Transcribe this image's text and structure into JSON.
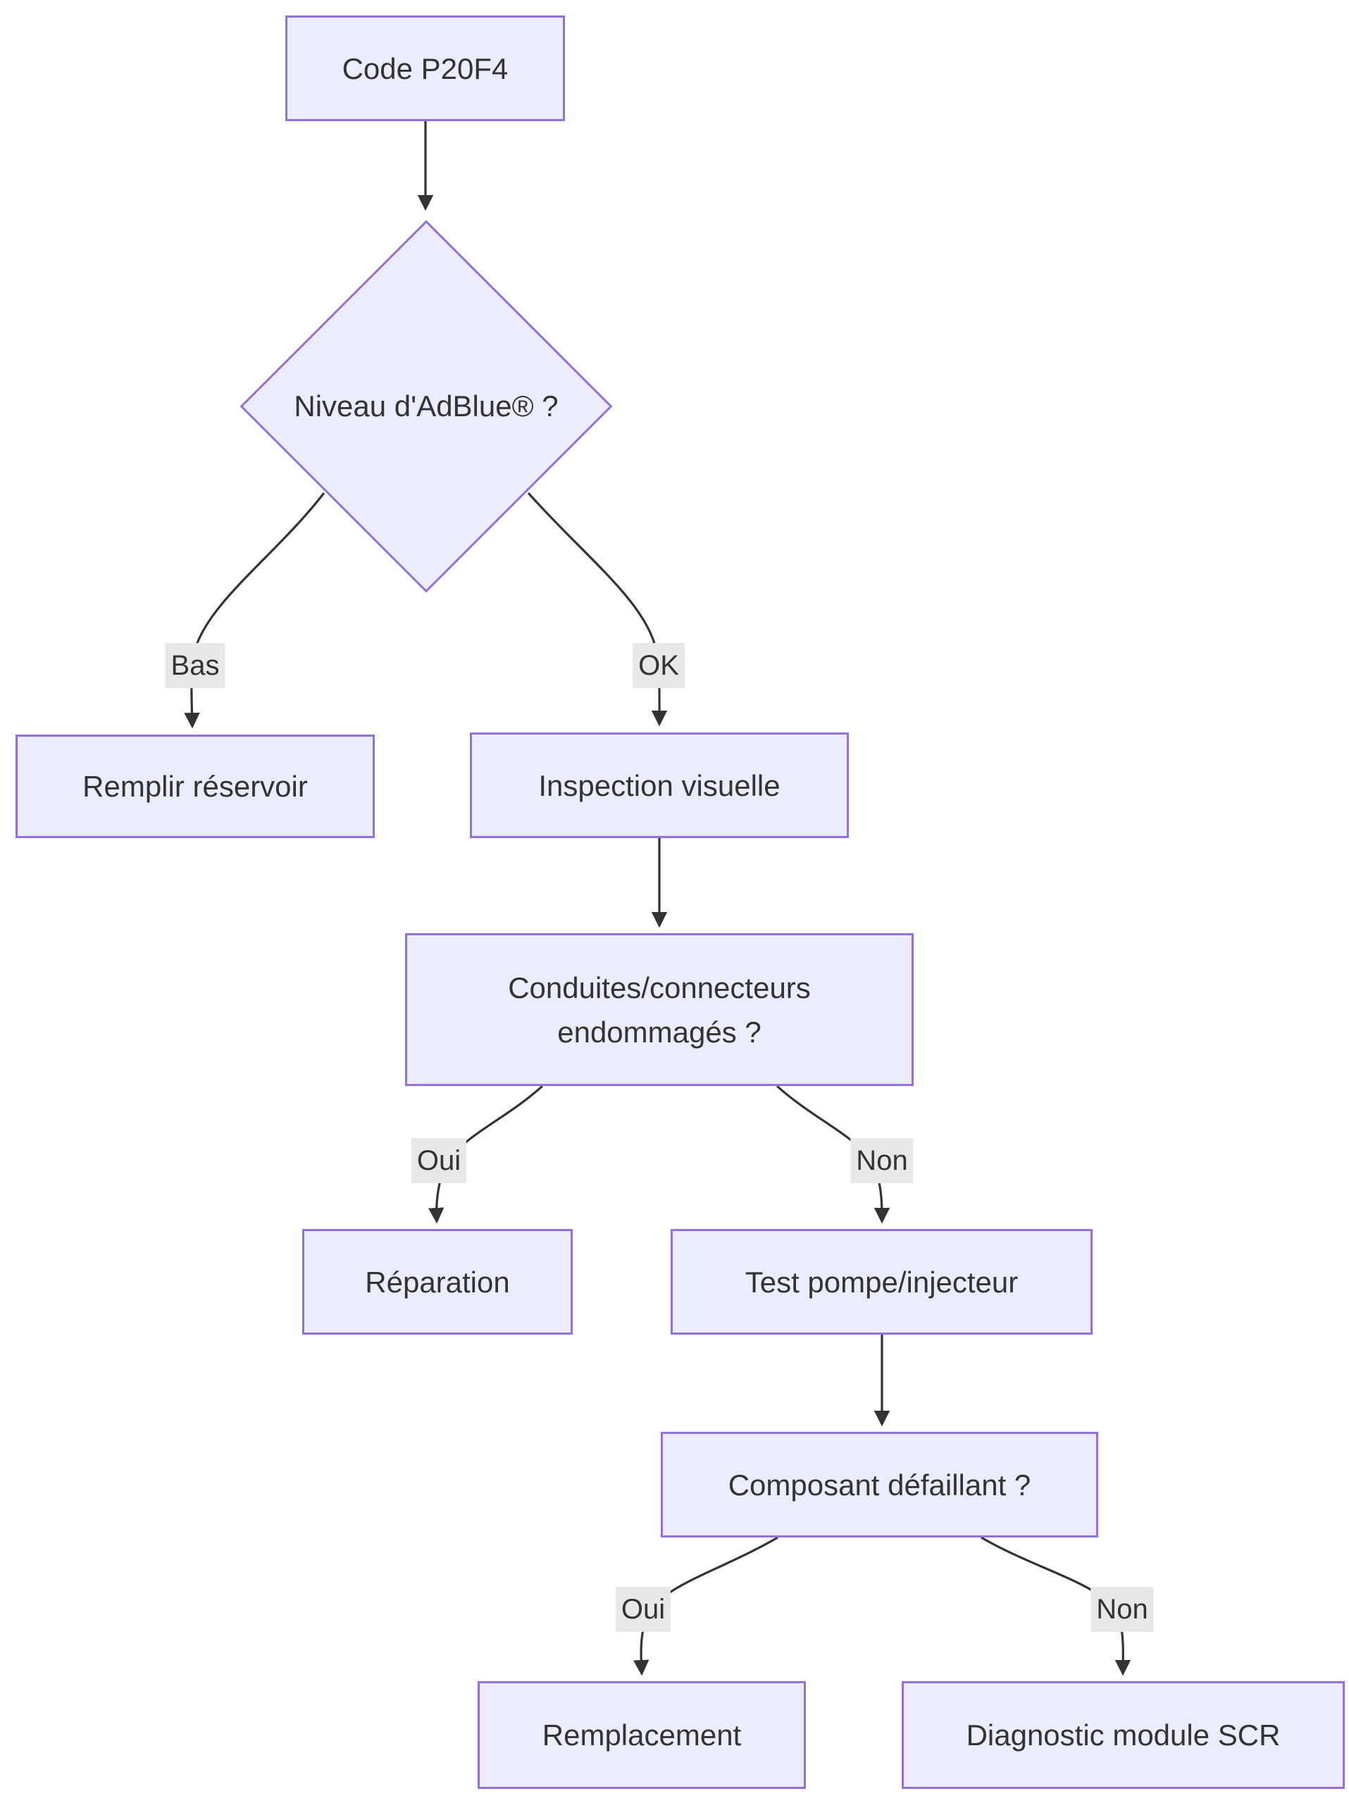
{
  "diagram": {
    "type": "flowchart",
    "direction": "top-down",
    "language": "fr"
  },
  "nodes": {
    "code": {
      "label": "Code P20F4",
      "shape": "rect"
    },
    "niveau": {
      "label": "Niveau d'AdBlue® ?",
      "shape": "diamond"
    },
    "remplir": {
      "label": "Remplir réservoir",
      "shape": "rect"
    },
    "inspection": {
      "label": "Inspection visuelle",
      "shape": "rect"
    },
    "conduites": {
      "label": "Conduites/connecteurs endommagés ?",
      "line1": "Conduites/connecteurs",
      "line2": "endommagés ?",
      "shape": "rect"
    },
    "reparation": {
      "label": "Réparation",
      "shape": "rect"
    },
    "test": {
      "label": "Test pompe/injecteur",
      "shape": "rect"
    },
    "composant": {
      "label": "Composant défaillant ?",
      "shape": "rect"
    },
    "remplacement": {
      "label": "Remplacement",
      "shape": "rect"
    },
    "diagnostic": {
      "label": "Diagnostic module SCR",
      "shape": "rect"
    }
  },
  "edges": [
    {
      "from": "Code P20F4",
      "to": "Niveau d'AdBlue® ?",
      "label": ""
    },
    {
      "from": "Niveau d'AdBlue® ?",
      "to": "Remplir réservoir",
      "label": "Bas"
    },
    {
      "from": "Niveau d'AdBlue® ?",
      "to": "Inspection visuelle",
      "label": "OK"
    },
    {
      "from": "Inspection visuelle",
      "to": "Conduites/connecteurs endommagés ?",
      "label": ""
    },
    {
      "from": "Conduites/connecteurs endommagés ?",
      "to": "Réparation",
      "label": "Oui"
    },
    {
      "from": "Conduites/connecteurs endommagés ?",
      "to": "Test pompe/injecteur",
      "label": "Non"
    },
    {
      "from": "Test pompe/injecteur",
      "to": "Composant défaillant ?",
      "label": ""
    },
    {
      "from": "Composant défaillant ?",
      "to": "Remplacement",
      "label": "Oui"
    },
    {
      "from": "Composant défaillant ?",
      "to": "Diagnostic module SCR",
      "label": "Non"
    }
  ],
  "colors": {
    "node_fill": "#ECECFF",
    "node_border": "#9370DB",
    "edge_stroke": "#333333",
    "text": "#333333",
    "edge_label_bg": "#e8e8e8",
    "background": "#ffffff"
  }
}
